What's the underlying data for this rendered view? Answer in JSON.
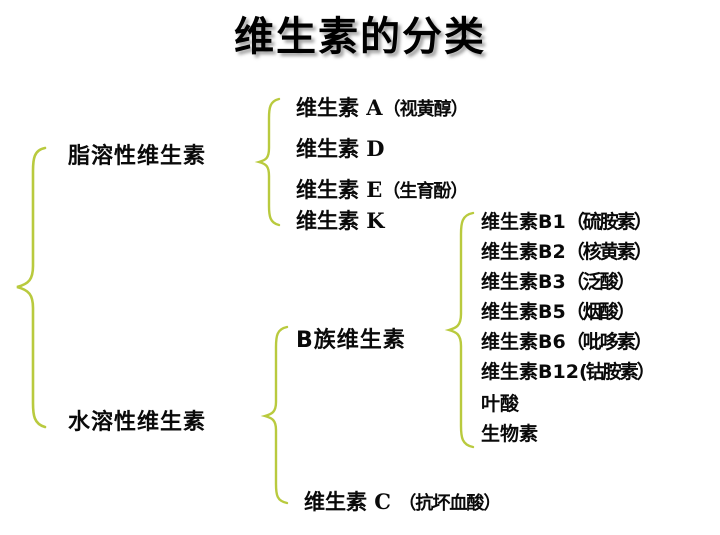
{
  "title": "维生素的分类",
  "colors": {
    "brace": "#b9ca3e",
    "text": "#0a0a0a",
    "background": "#ffffff",
    "title_shadow": "#828282"
  },
  "root": {
    "label": "维生素的分类"
  },
  "branches": {
    "fat_soluble": {
      "label": "脂溶性维生素",
      "items": [
        {
          "name": "维生素 A",
          "alias": "（视黄醇）"
        },
        {
          "name": "维生素 D",
          "alias": ""
        },
        {
          "name": "维生素 E",
          "alias": "（生育酚）"
        },
        {
          "name": "维生素 K",
          "alias": ""
        }
      ]
    },
    "water_soluble": {
      "label": "水溶性维生素",
      "groups": {
        "b_group": {
          "label": "B族维生素",
          "items": [
            {
              "name": "维生素B1",
              "alias": "（硫胺素）"
            },
            {
              "name": "维生素B2",
              "alias": "（核黄素）"
            },
            {
              "name": "维生素B3",
              "alias": "（泛酸）"
            },
            {
              "name": "维生素B5",
              "alias": "（烟酸）"
            },
            {
              "name": "维生素B6",
              "alias": "（吡哆素）"
            },
            {
              "name": "维生素B12",
              "alias": "(钴胺素）"
            },
            {
              "name": "叶酸",
              "alias": ""
            },
            {
              "name": "生物素",
              "alias": ""
            }
          ]
        },
        "vitamin_c": {
          "name": "维生素 C",
          "alias": "（抗坏血酸）"
        }
      }
    }
  }
}
